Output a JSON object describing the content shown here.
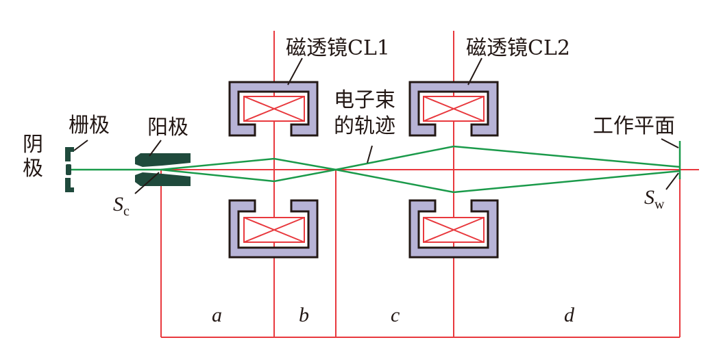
{
  "labels": {
    "cathode": [
      "阴",
      "极"
    ],
    "grid": "栅极",
    "anode": "阳极",
    "lens1": "磁透镜CL1",
    "lens2": "磁透镜CL2",
    "beam": [
      "电子束",
      "的轨迹"
    ],
    "work_plane": "工作平面",
    "source_symbol": "S",
    "source_sub": "c",
    "work_symbol": "S",
    "work_sub": "w"
  },
  "segments": [
    "a",
    "b",
    "c",
    "d"
  ],
  "colors": {
    "axis": "#e8383d",
    "beam": "#1a9a4a",
    "yoke": "#b7b3d6",
    "electrode": "#1f4a3c",
    "text": "#231815"
  }
}
